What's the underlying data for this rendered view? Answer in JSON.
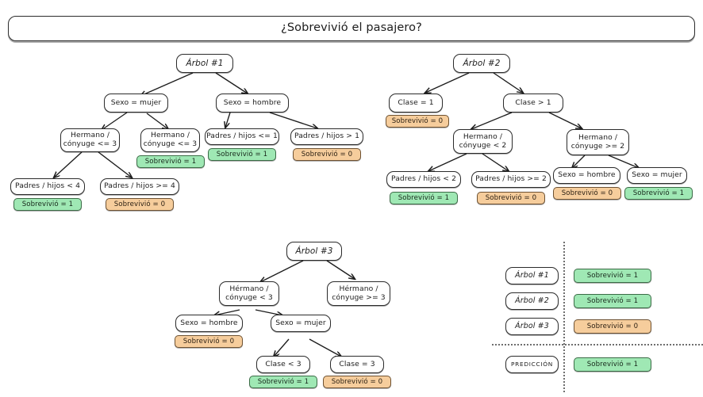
{
  "title": {
    "text": "¿Sobrevivió el pasajero?"
  },
  "trees": [
    {
      "name": "tree-1",
      "root": "Árbol #1",
      "nodes": [
        {
          "name": "sexo-mujer",
          "label": "Sexo = mujer"
        },
        {
          "name": "sexo-hombre",
          "label": "Sexo = hombre"
        },
        {
          "name": "hermano-conyuge-le3-a",
          "label": "Hermano /\ncónyuge <= 3"
        },
        {
          "name": "hermano-conyuge-le3-b",
          "label": "Hermano /\ncónyuge <= 3",
          "outcome": "Sobrevivió = 1",
          "survived": true
        },
        {
          "name": "padres-hijos-le1",
          "label": "Padres / hijos <= 1",
          "outcome": "Sobrevivió = 1",
          "survived": true
        },
        {
          "name": "padres-hijos-gt1",
          "label": "Padres / hijos > 1",
          "outcome": "Sobrevivió = 0",
          "survived": false
        },
        {
          "name": "padres-hijos-lt4",
          "label": "Padres / hijos < 4",
          "outcome": "Sobrevivió = 1",
          "survived": true
        },
        {
          "name": "padres-hijos-ge4",
          "label": "Padres / hijos >= 4",
          "outcome": "Sobrevivió = 0",
          "survived": false
        }
      ]
    },
    {
      "name": "tree-2",
      "root": "Árbol #2",
      "nodes": [
        {
          "name": "clase-eq1",
          "label": "Clase = 1",
          "outcome": "Sobrevivió = 0",
          "survived": false
        },
        {
          "name": "clase-gt1",
          "label": "Clase > 1"
        },
        {
          "name": "hermano-conyuge-lt2",
          "label": "Hermano /\ncónyuge < 2"
        },
        {
          "name": "hermano-conyuge-ge2",
          "label": "Hermano /\ncónyuge >= 2"
        },
        {
          "name": "padres-hijos-lt2",
          "label": "Padres / hijos < 2",
          "outcome": "Sobrevivió = 1",
          "survived": true
        },
        {
          "name": "padres-hijos-ge2",
          "label": "Padres / hijos >= 2",
          "outcome": "Sobrevivió = 0",
          "survived": false
        },
        {
          "name": "sexo-hombre",
          "label": "Sexo = hombre",
          "outcome": "Sobrevivió = 0",
          "survived": false
        },
        {
          "name": "sexo-mujer",
          "label": "Sexo = mujer",
          "outcome": "Sobrevivió = 1",
          "survived": true
        }
      ]
    },
    {
      "name": "tree-3",
      "root": "Árbol #3",
      "nodes": [
        {
          "name": "hermano-conyuge-lt3",
          "label": "Hérmano /\ncónyuge < 3"
        },
        {
          "name": "hermano-conyuge-ge3",
          "label": "Hérmano /\ncónyuge >= 3"
        },
        {
          "name": "sexo-hombre",
          "label": "Sexo = hombre",
          "outcome": "Sobrevivió = 0",
          "survived": false
        },
        {
          "name": "sexo-mujer",
          "label": "Sexo = mujer"
        },
        {
          "name": "clase-lt3",
          "label": "Clase < 3",
          "outcome": "Sobrevivió = 1",
          "survived": true
        },
        {
          "name": "clase-eq3",
          "label": "Clase = 3",
          "outcome": "Sobrevivió = 0",
          "survived": false
        }
      ]
    }
  ],
  "summary": {
    "rows": [
      {
        "name": "row-tree-1",
        "tree": "Árbol #1",
        "outcome": "Sobrevivió = 1",
        "survived": true
      },
      {
        "name": "row-tree-2",
        "tree": "Árbol #2",
        "outcome": "Sobrevivió = 1",
        "survived": true
      },
      {
        "name": "row-tree-3",
        "tree": "Árbol #3",
        "outcome": "Sobrevivió = 0",
        "survived": false
      }
    ],
    "prediction": {
      "label": "PREDICCIÓN",
      "outcome": "Sobrevivió = 1",
      "survived": true
    }
  },
  "colors": {
    "survived_bg": "#9fe8b4",
    "not_survived_bg": "#f6cd9c",
    "stroke": "#2b2b2b",
    "background": "#ffffff"
  }
}
